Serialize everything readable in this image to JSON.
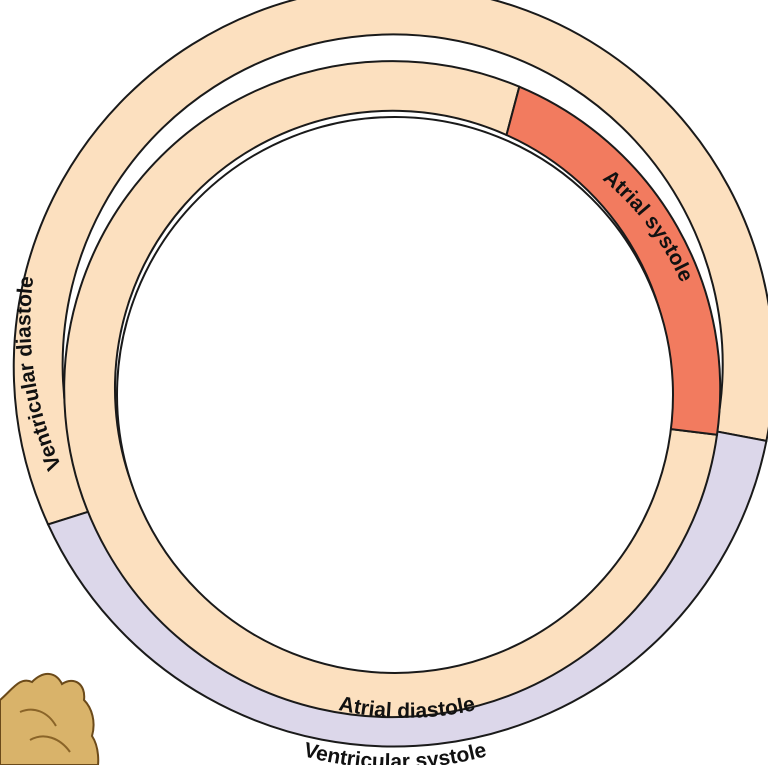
{
  "diagram": {
    "outer_ring": {
      "ventricular_diastole": {
        "label": "Ventricular diastole",
        "color": "#FCE0BF"
      },
      "ventricular_systole": {
        "label": "Ventricular systole",
        "color": "#DCD7EA"
      }
    },
    "inner_ring": {
      "atrial_systole": {
        "label": "Atrial systole",
        "color": "#F27B5F"
      },
      "atrial_diastole": {
        "label": "Atrial diastole",
        "color": "#FCE0BF"
      }
    },
    "outline_color": "#1a1a1a",
    "heart_icon": "heart-illustration-icon"
  }
}
